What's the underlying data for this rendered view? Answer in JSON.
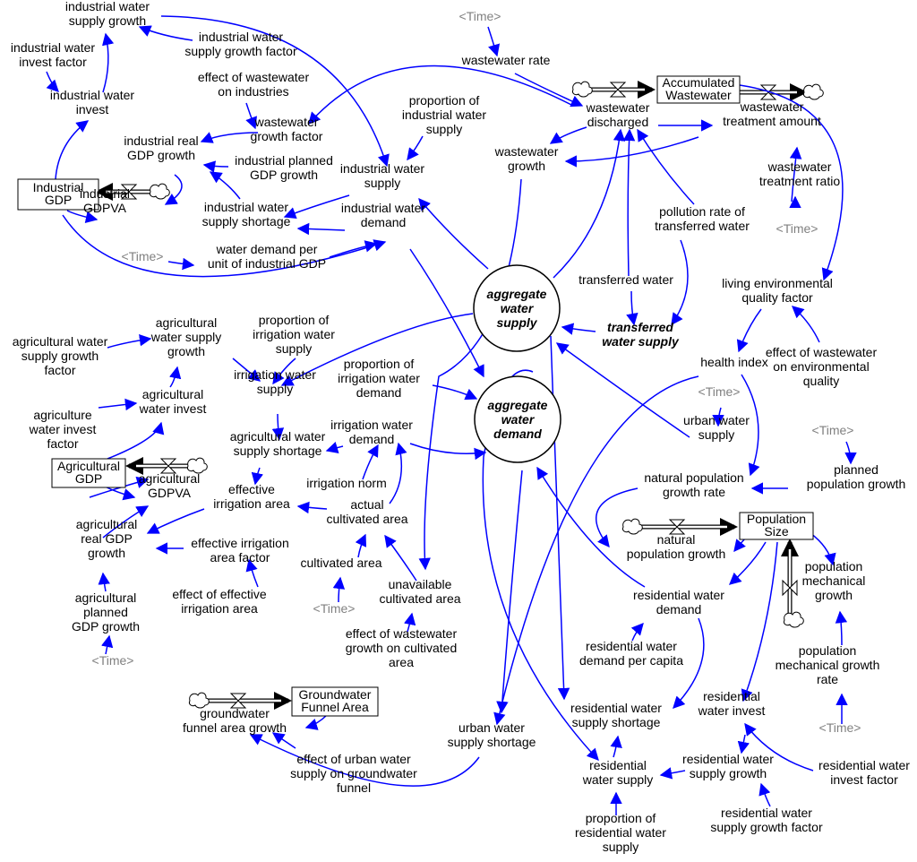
{
  "diagram": {
    "nodes": [
      {
        "id": "iws_growth",
        "lines": [
          "industrial water",
          "supply growth"
        ]
      },
      {
        "id": "iw_invest_factor",
        "lines": [
          "industrial water",
          "invest factor"
        ]
      },
      {
        "id": "iws_growth_factor",
        "lines": [
          "industrial water",
          "supply growth factor"
        ]
      },
      {
        "id": "iw_invest",
        "lines": [
          "industrial water",
          "invest"
        ]
      },
      {
        "id": "eff_ww_ind",
        "lines": [
          "effect of wastewater",
          "on industries"
        ]
      },
      {
        "id": "ww_growth_factor",
        "lines": [
          "wastewater",
          "growth factor"
        ]
      },
      {
        "id": "ind_real_gdp_growth",
        "lines": [
          "industrial real",
          "GDP growth"
        ]
      },
      {
        "id": "ind_planned_gdp",
        "lines": [
          "industrial planned",
          "GDP growth"
        ]
      },
      {
        "id": "prop_ind_ws",
        "lines": [
          "proportion of",
          "industrial water",
          "supply"
        ]
      },
      {
        "id": "ind_ws",
        "lines": [
          "industrial water",
          "supply"
        ]
      },
      {
        "id": "ind_gdpva",
        "lines": [
          "industrial",
          "GDPVA"
        ]
      },
      {
        "id": "ind_ws_shortage",
        "lines": [
          "industrial water",
          "supply shortage"
        ]
      },
      {
        "id": "ind_wd",
        "lines": [
          "industrial water",
          "demand"
        ]
      },
      {
        "id": "time1",
        "lines": [
          "<Time>"
        ],
        "time": true
      },
      {
        "id": "wd_per_unit",
        "lines": [
          "water demand per",
          "unit of industrial GDP"
        ]
      },
      {
        "id": "time2",
        "lines": [
          "<Time>"
        ],
        "time": true
      },
      {
        "id": "ww_rate",
        "lines": [
          "wastewater rate"
        ]
      },
      {
        "id": "ww_discharged",
        "lines": [
          "wastewater",
          "discharged"
        ]
      },
      {
        "id": "ww_treatment_amount",
        "lines": [
          "wastewater",
          "treatment amount"
        ]
      },
      {
        "id": "ww_growth",
        "lines": [
          "wastewater",
          "growth"
        ]
      },
      {
        "id": "ww_treatment_ratio",
        "lines": [
          "wastewater",
          "treatment ratio"
        ]
      },
      {
        "id": "time3",
        "lines": [
          "<Time>"
        ],
        "time": true
      },
      {
        "id": "pollution_rate",
        "lines": [
          "pollution rate of",
          "transferred water"
        ]
      },
      {
        "id": "transferred_water",
        "lines": [
          "transferred water"
        ]
      },
      {
        "id": "living_env",
        "lines": [
          "living environmental",
          "quality factor"
        ]
      },
      {
        "id": "transferred_supply",
        "lines": [
          "transferred",
          "water supply"
        ],
        "bold": true
      },
      {
        "id": "health_index",
        "lines": [
          "health index"
        ]
      },
      {
        "id": "eff_ww_env",
        "lines": [
          "effect of wastewater",
          "on environmental",
          "quality"
        ]
      },
      {
        "id": "aws_growth",
        "lines": [
          "agricultural",
          "water supply",
          "growth"
        ]
      },
      {
        "id": "prop_irr_ws",
        "lines": [
          "proportion of",
          "irrigation water",
          "supply"
        ]
      },
      {
        "id": "aws_growth_factor",
        "lines": [
          "agricultural water",
          "supply growth",
          "factor"
        ]
      },
      {
        "id": "prop_irr_wd",
        "lines": [
          "proportion of",
          "irrigation water",
          "demand"
        ]
      },
      {
        "id": "irr_ws",
        "lines": [
          "irrigation water",
          "supply"
        ]
      },
      {
        "id": "agr_water_invest",
        "lines": [
          "agricultural",
          "water invest"
        ]
      },
      {
        "id": "time4",
        "lines": [
          "<Time>"
        ],
        "time": true
      },
      {
        "id": "agr_invest_factor",
        "lines": [
          "agriculture",
          "water invest",
          "factor"
        ]
      },
      {
        "id": "irr_wd",
        "lines": [
          "irrigation water",
          "demand"
        ]
      },
      {
        "id": "urban_ws",
        "lines": [
          "urban water",
          "supply"
        ]
      },
      {
        "id": "agr_ws_shortage",
        "lines": [
          "agricultural water",
          "supply shortage"
        ]
      },
      {
        "id": "time5",
        "lines": [
          "<Time>"
        ],
        "time": true
      },
      {
        "id": "planned_pop_growth",
        "lines": [
          "planned",
          "population growth"
        ]
      },
      {
        "id": "agr_gdpva",
        "lines": [
          "agricultural",
          "GDPVA"
        ]
      },
      {
        "id": "irr_norm",
        "lines": [
          "irrigation norm"
        ]
      },
      {
        "id": "natural_pop_growth_rate",
        "lines": [
          "natural population",
          "growth rate"
        ]
      },
      {
        "id": "eff_irr_area",
        "lines": [
          "effective",
          "irrigation area"
        ]
      },
      {
        "id": "actual_cult_area",
        "lines": [
          "actual",
          "cultivated area"
        ]
      },
      {
        "id": "agr_real_gdp",
        "lines": [
          "agricultural",
          "real GDP",
          "growth"
        ]
      },
      {
        "id": "eff_irr_factor",
        "lines": [
          "effective irrigation",
          "area factor"
        ]
      },
      {
        "id": "natural_pop_growth",
        "lines": [
          "natural",
          "population growth"
        ]
      },
      {
        "id": "cult_area",
        "lines": [
          "cultivated area"
        ]
      },
      {
        "id": "pop_mech_growth",
        "lines": [
          "population",
          "mechanical",
          "growth"
        ]
      },
      {
        "id": "eff_of_eff_irr",
        "lines": [
          "effect of effective",
          "irrigation area"
        ]
      },
      {
        "id": "unavail_cult",
        "lines": [
          "unavailable",
          "cultivated area"
        ]
      },
      {
        "id": "res_wd",
        "lines": [
          "residential water",
          "demand"
        ]
      },
      {
        "id": "agr_planned_gdp",
        "lines": [
          "agricultural",
          "planned",
          "GDP growth"
        ]
      },
      {
        "id": "time6",
        "lines": [
          "<Time>"
        ],
        "time": true
      },
      {
        "id": "eff_ww_cult",
        "lines": [
          "effect of wastewater",
          "growth on cultivated",
          "area"
        ]
      },
      {
        "id": "res_wd_per_capita",
        "lines": [
          "residential water",
          "demand per capita"
        ]
      },
      {
        "id": "pop_mech_rate",
        "lines": [
          "population",
          "mechanical growth",
          "rate"
        ]
      },
      {
        "id": "time7",
        "lines": [
          "<Time>"
        ],
        "time": true
      },
      {
        "id": "gw_funnel_growth",
        "lines": [
          "groundwater",
          "funnel area growth"
        ]
      },
      {
        "id": "res_ws_shortage",
        "lines": [
          "residential water",
          "supply shortage"
        ]
      },
      {
        "id": "res_water_invest",
        "lines": [
          "residential",
          "water invest"
        ]
      },
      {
        "id": "urban_ws_shortage",
        "lines": [
          "urban water",
          "supply shortage"
        ]
      },
      {
        "id": "eff_urban_gw",
        "lines": [
          "effect of urban water",
          "supply on groundwater",
          "funnel"
        ]
      },
      {
        "id": "res_ws",
        "lines": [
          "residential",
          "water supply"
        ]
      },
      {
        "id": "res_ws_growth",
        "lines": [
          "residential water",
          "supply growth"
        ]
      },
      {
        "id": "res_invest_factor",
        "lines": [
          "residential water",
          "invest factor"
        ]
      },
      {
        "id": "time8",
        "lines": [
          "<Time>"
        ],
        "time": true
      },
      {
        "id": "res_growth_factor",
        "lines": [
          "residential water",
          "supply growth factor"
        ]
      },
      {
        "id": "prop_res_ws",
        "lines": [
          "proportion of",
          "residential water",
          "supply"
        ]
      }
    ],
    "stocks": [
      {
        "id": "industrial_gdp",
        "lines": [
          "Industrial",
          "GDP"
        ]
      },
      {
        "id": "accumulated_ww",
        "lines": [
          "Accumulated",
          "Wastewater"
        ]
      },
      {
        "id": "agricultural_gdp",
        "lines": [
          "Agricultural",
          "GDP"
        ]
      },
      {
        "id": "population_size",
        "lines": [
          "Population",
          "Size"
        ]
      },
      {
        "id": "gw_funnel_area",
        "lines": [
          "Groundwater",
          "Funnel Area"
        ]
      }
    ],
    "hubs": [
      {
        "id": "aggregate_supply",
        "lines": [
          "aggregate",
          "water",
          "supply"
        ]
      },
      {
        "id": "aggregate_demand",
        "lines": [
          "aggregate",
          "water",
          "demand"
        ]
      }
    ]
  }
}
